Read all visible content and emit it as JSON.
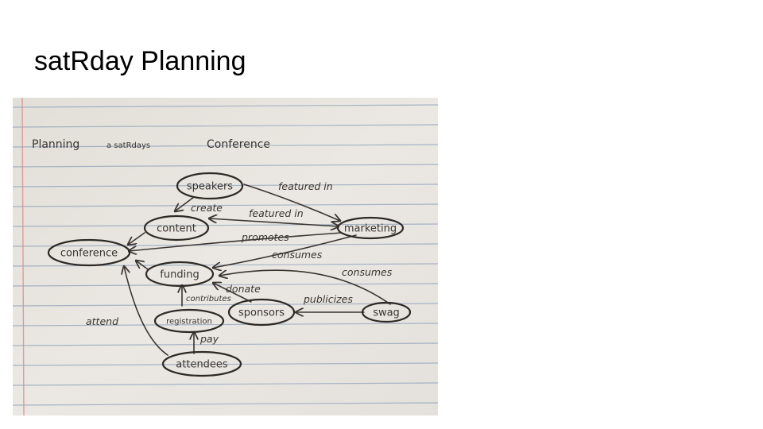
{
  "slide": {
    "title": "satRday Planning"
  },
  "notebook": {
    "heading_left": "Planning",
    "heading_mid": "a satRdays",
    "heading_right": "Conference"
  },
  "diagram": {
    "nodes": {
      "speakers": "speakers",
      "content": "content",
      "marketing": "marketing",
      "conference": "conference",
      "funding": "funding",
      "registration": "registration",
      "sponsors": "sponsors",
      "swag": "swag",
      "attendees": "attendees"
    },
    "edges": {
      "speakers_marketing": "featured in",
      "speakers_content": "create",
      "content_marketing": "featured in",
      "marketing_conference": "promotes",
      "funding_marketing": "consumes",
      "swag_funding": "consumes",
      "sponsors_funding": "donate",
      "registration_funding": "contributes",
      "swag_sponsors": "publicizes",
      "attendees_conference": "attend",
      "attendees_registration": "pay"
    }
  },
  "colors": {
    "paper": "#e6e3de",
    "rule_lines": "#8fa2bd",
    "margin_line": "#d98b8b",
    "ink": "#3a3430"
  }
}
